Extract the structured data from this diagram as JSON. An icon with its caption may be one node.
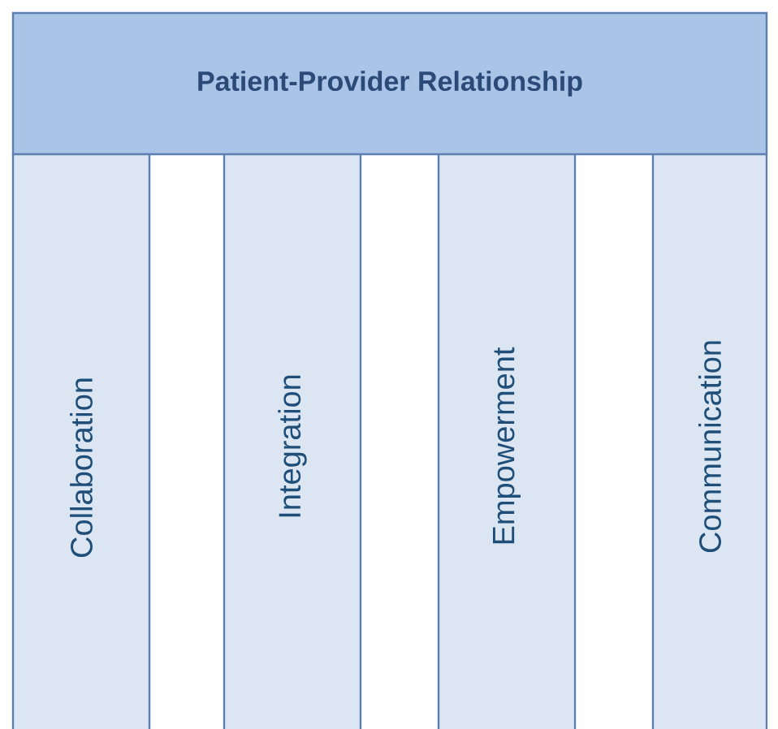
{
  "diagram": {
    "nodes": [
      {
        "text": [
          "Patient-Provider Relationship"
        ]
      },
      {
        "text": [
          "Collaboration"
        ]
      },
      {
        "text": [
          "Integration"
        ]
      },
      {
        "text": [
          "Empowerment"
        ]
      },
      {
        "text": [
          "Communication"
        ]
      }
    ]
  }
}
